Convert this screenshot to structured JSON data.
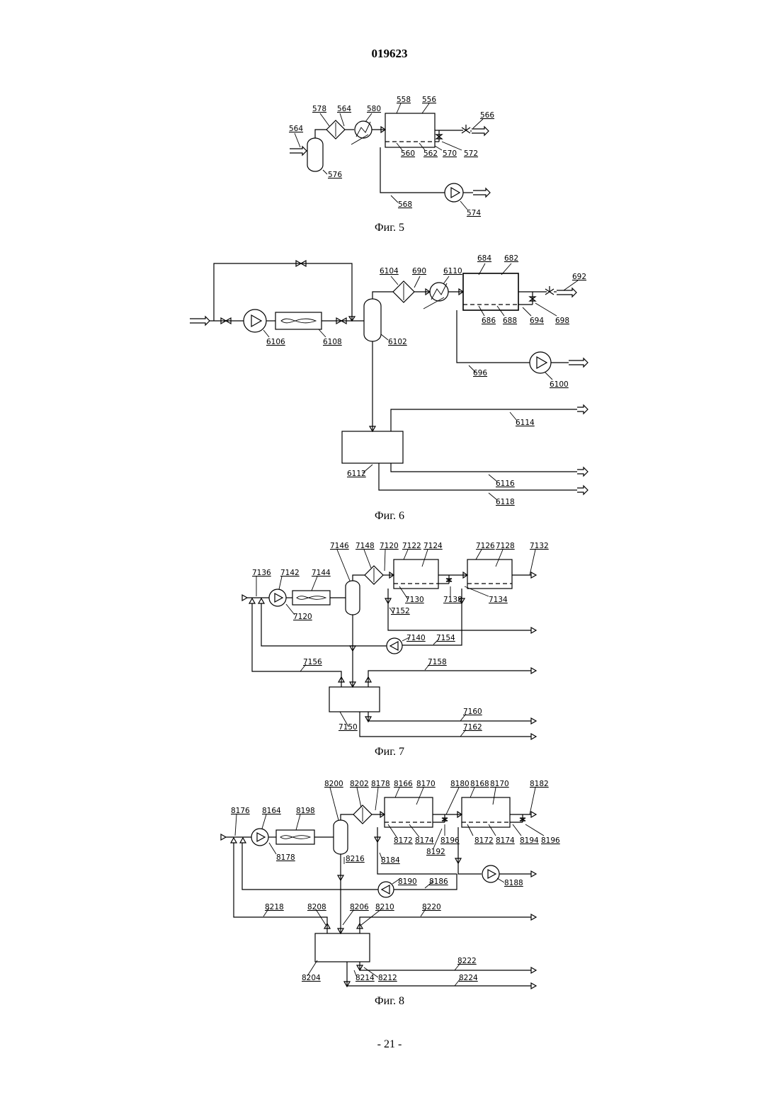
{
  "page": {
    "header": "019623",
    "page_number": "- 21 -"
  },
  "fig5": {
    "caption": "Фиг. 5",
    "labels": {
      "l564a": "564",
      "l564b": "564",
      "l578": "578",
      "l580": "580",
      "l558": "558",
      "l556": "556",
      "l566": "566",
      "l576": "576",
      "l560": "560",
      "l562": "562",
      "l570": "570",
      "l572": "572",
      "l568": "568",
      "l574": "574"
    }
  },
  "fig6": {
    "caption": "Фиг. 6",
    "labels": {
      "l6104": "6104",
      "l690": "690",
      "l6110": "6110",
      "l684": "684",
      "l682": "682",
      "l692": "692",
      "l6106": "6106",
      "l6108": "6108",
      "l6102": "6102",
      "l686": "686",
      "l688": "688",
      "l694": "694",
      "l698": "698",
      "l696": "696",
      "l6100": "6100",
      "l6114": "6114",
      "l6112": "6112",
      "l6116": "6116",
      "l6118": "6118"
    }
  },
  "fig7": {
    "caption": "Фиг. 7",
    "labels": {
      "l7146": "7146",
      "l7148": "7148",
      "l7120a": "7120",
      "l7122": "7122",
      "l7124": "7124",
      "l7126": "7126",
      "l7128": "7128",
      "l7132": "7132",
      "l7136": "7136",
      "l7142": "7142",
      "l7144": "7144",
      "l7130": "7130",
      "l7138": "7138",
      "l7134": "7134",
      "l7120b": "7120",
      "l7152": "7152",
      "l7140": "7140",
      "l7154": "7154",
      "l7156": "7156",
      "l7158": "7158",
      "l7160": "7160",
      "l7162": "7162",
      "l7150": "7150"
    }
  },
  "fig8": {
    "caption": "Фиг. 8",
    "labels": {
      "l8200": "8200",
      "l8202": "8202",
      "l8178a": "8178",
      "l8166": "8166",
      "l8170a": "8170",
      "l8180": "8180",
      "l8168": "8168",
      "l8170b": "8170",
      "l8182": "8182",
      "l8176": "8176",
      "l8164": "8164",
      "l8198": "8198",
      "l8178b": "8178",
      "l8172a": "8172",
      "l8174a": "8174",
      "l8196a": "8196",
      "l8192": "8192",
      "l8172b": "8172",
      "l8174b": "8174",
      "l8194": "8194",
      "l8196b": "8196",
      "l8216": "8216",
      "l8184": "8184",
      "l8190": "8190",
      "l8186": "8186",
      "l8188": "8188",
      "l8218": "8218",
      "l8208": "8208",
      "l8206": "8206",
      "l8210": "8210",
      "l8220": "8220",
      "l8204": "8204",
      "l8214": "8214",
      "l8212": "8212",
      "l8222": "8222",
      "l8224": "8224"
    }
  }
}
